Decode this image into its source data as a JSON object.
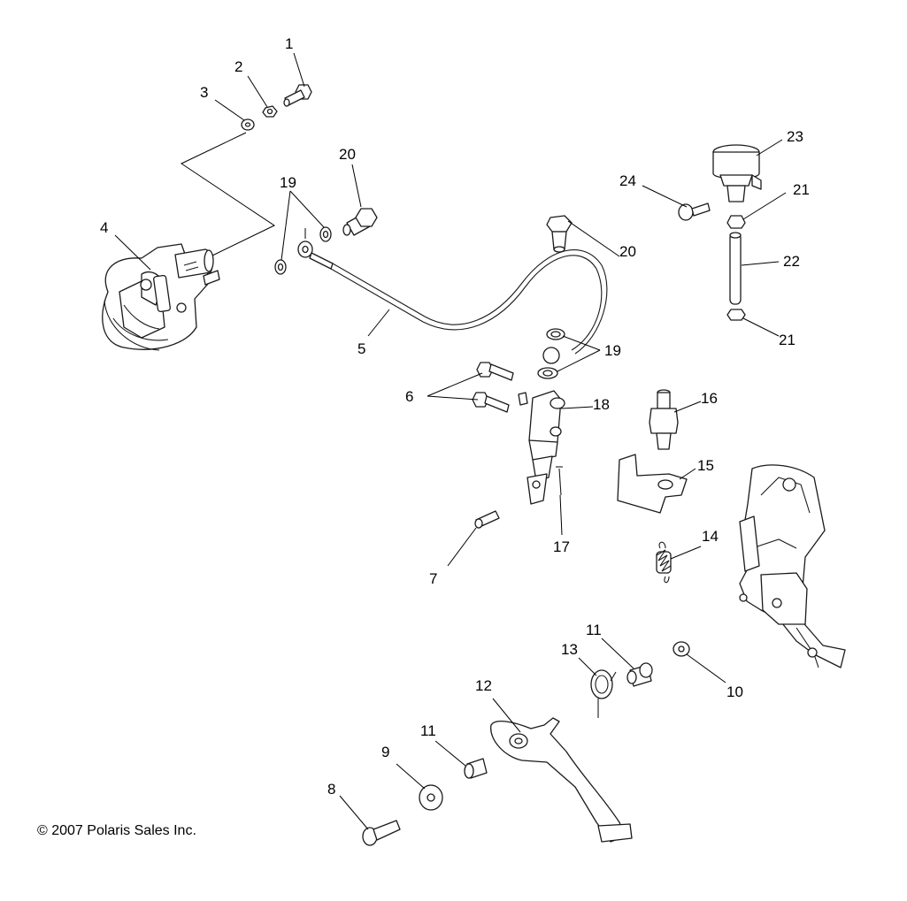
{
  "diagram": {
    "copyright": "© 2007 Polaris Sales Inc.",
    "callouts": {
      "c1": "1",
      "c2": "2",
      "c3": "3",
      "c4": "4",
      "c5": "5",
      "c6": "6",
      "c7": "7",
      "c8": "8",
      "c9": "9",
      "c10": "10",
      "c11a": "11",
      "c11b": "11",
      "c12": "12",
      "c13": "13",
      "c14": "14",
      "c15": "15",
      "c16": "16",
      "c17": "17",
      "c18": "18",
      "c19a": "19",
      "c19b": "19",
      "c20a": "20",
      "c20b": "20",
      "c21a": "21",
      "c21b": "21",
      "c22": "22",
      "c23": "23",
      "c24": "24"
    }
  }
}
